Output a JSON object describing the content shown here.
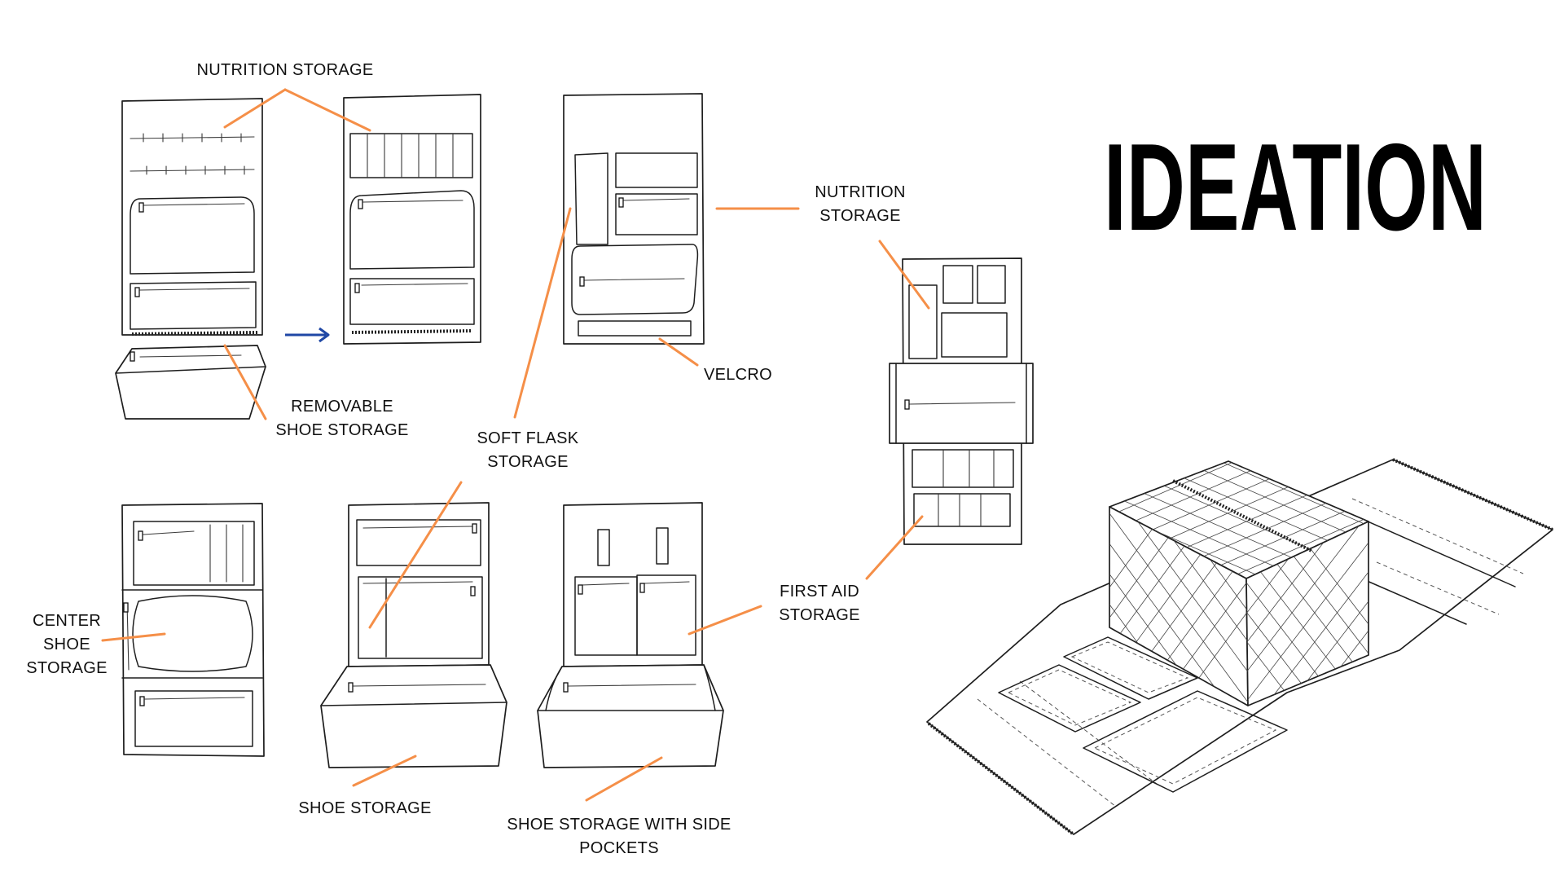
{
  "title": "IDEATION",
  "labels": {
    "nutrition_top": "NUTRITION STORAGE",
    "removable_1": "REMOVABLE",
    "removable_2": "SHOE STORAGE",
    "soft_flask_1": "SOFT FLASK",
    "soft_flask_2": "STORAGE",
    "velcro": "VELCRO",
    "nutrition_right_1": "NUTRITION",
    "nutrition_right_2": "STORAGE",
    "center_shoe_1": "CENTER",
    "center_shoe_2": "SHOE",
    "center_shoe_3": "STORAGE",
    "shoe_storage": "SHOE STORAGE",
    "side_pockets_1": "SHOE STORAGE WITH SIDE",
    "side_pockets_2": "POCKETS",
    "first_aid_1": "FIRST AID",
    "first_aid_2": "STORAGE"
  },
  "colors": {
    "leader": "#f58f48",
    "arrow": "#1f47a5",
    "ink": "#1e1e1e"
  }
}
